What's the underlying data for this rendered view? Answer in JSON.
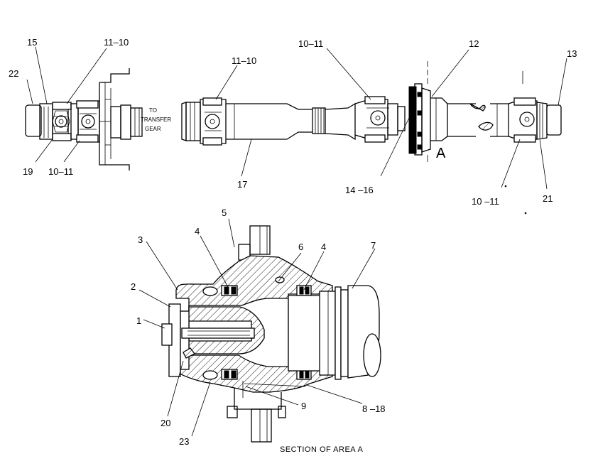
{
  "diagram": {
    "upper_view": {
      "part_labels": {
        "p22": "22",
        "p15": "15",
        "p11_10_left": "11–10",
        "p11_10_mid": "11–10",
        "p19": "19",
        "p10_11_left": "10–11",
        "p17": "17",
        "p10_11_top": "10–11",
        "p12": "12",
        "p13": "13",
        "p14_16": "14 –16",
        "p10_11_right": "10 –11",
        "p21": "21"
      },
      "transfer_label_line1": "TO",
      "transfer_label_line2": "TRANSFER",
      "transfer_label_line3": "GEAR",
      "area_marker": "A"
    },
    "section_view": {
      "part_labels": {
        "p1": "1",
        "p2": "2",
        "p3": "3",
        "p4_left": "4",
        "p4_right": "4",
        "p5": "5",
        "p6": "6",
        "p7": "7",
        "p8_18": "8 –18",
        "p9": "9",
        "p20": "20",
        "p23": "23"
      },
      "caption": "SECTION OF AREA A"
    }
  }
}
